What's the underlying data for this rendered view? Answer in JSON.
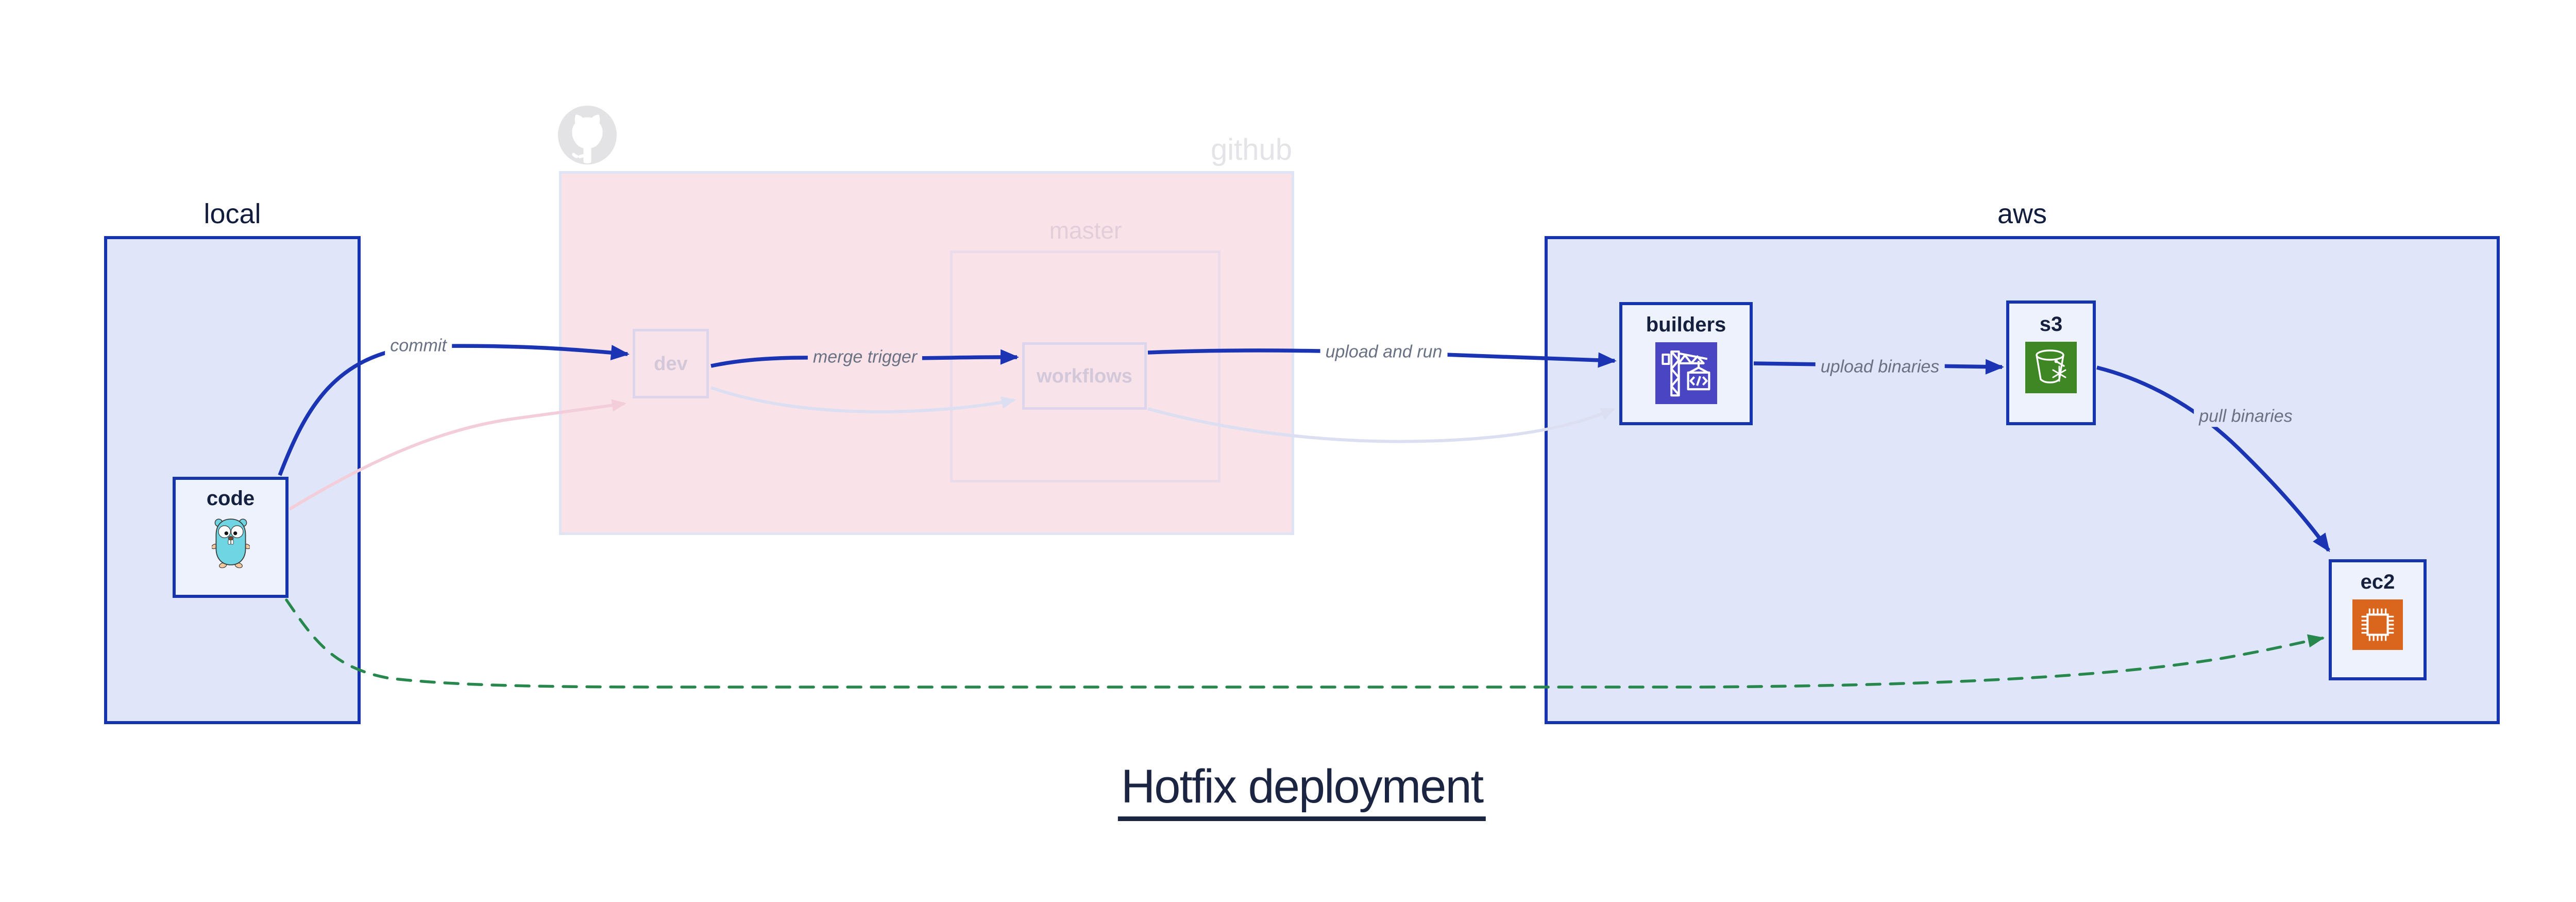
{
  "diagram": {
    "title": "Hotfix deployment",
    "containers": {
      "local": {
        "label": "local"
      },
      "github": {
        "label": "github",
        "logo_icon": "github-octocat-logo",
        "master": {
          "label": "master"
        }
      },
      "aws": {
        "label": "aws"
      }
    },
    "nodes": {
      "code": {
        "label": "code",
        "icon": "go-gopher-icon"
      },
      "dev": {
        "label": "dev"
      },
      "workflows": {
        "label": "workflows"
      },
      "builders": {
        "label": "builders",
        "icon": "aws-codebuild-icon",
        "icon_color": "#4a46c3"
      },
      "s3": {
        "label": "s3",
        "icon": "aws-s3-glacier-icon",
        "icon_color": "#3f8624"
      },
      "ec2": {
        "label": "ec2",
        "icon": "aws-ec2-icon",
        "icon_color": "#d9661c"
      }
    },
    "edges": [
      {
        "id": "commit",
        "from": "code",
        "to": "dev",
        "label": "commit",
        "style": "solid-blue"
      },
      {
        "id": "merge-trigger",
        "from": "dev",
        "to": "workflows",
        "label": "merge trigger",
        "style": "solid-blue"
      },
      {
        "id": "upload-and-run",
        "from": "workflows",
        "to": "builders",
        "label": "upload and run",
        "style": "solid-blue"
      },
      {
        "id": "upload-binaries",
        "from": "builders",
        "to": "s3",
        "label": "upload binaries",
        "style": "solid-blue"
      },
      {
        "id": "pull-binaries",
        "from": "s3",
        "to": "ec2",
        "label": "pull binaries",
        "style": "solid-blue"
      },
      {
        "id": "code-to-dev-faded",
        "from": "code",
        "to": "dev",
        "label": "",
        "style": "faded-pink"
      },
      {
        "id": "dev-to-workflows-faded",
        "from": "dev",
        "to": "workflows",
        "label": "",
        "style": "faded-lavender"
      },
      {
        "id": "workflows-to-builders-faded",
        "from": "workflows",
        "to": "builders",
        "label": "",
        "style": "faded-lavender"
      },
      {
        "id": "hotfix-direct-deploy",
        "from": "code",
        "to": "ec2",
        "label": "",
        "style": "dashed-green"
      }
    ],
    "colors": {
      "container_border_blue": "#1534ae",
      "container_fill_blue": "#e0e6f9",
      "node_fill": "#eef2fc",
      "github_fill": "#f9e3e9",
      "github_border": "#dfe4f5",
      "master_border": "#e9dbe9",
      "faded_node_border": "#dcd5ec",
      "faded_node_text": "#d3c8d9",
      "arrow_blue": "#1a34b4",
      "arrow_green": "#27874d",
      "arrow_faded_pink": "#f3cdd9",
      "arrow_faded_lavender": "#dcdef2",
      "edge_label_gray": "#6a7183",
      "dark_navy_text": "#15203e",
      "codebuild_purple": "#4a46c3",
      "s3_green": "#3f8624",
      "ec2_orange": "#d9661c",
      "gopher_teal": "#6fd5e3"
    }
  }
}
